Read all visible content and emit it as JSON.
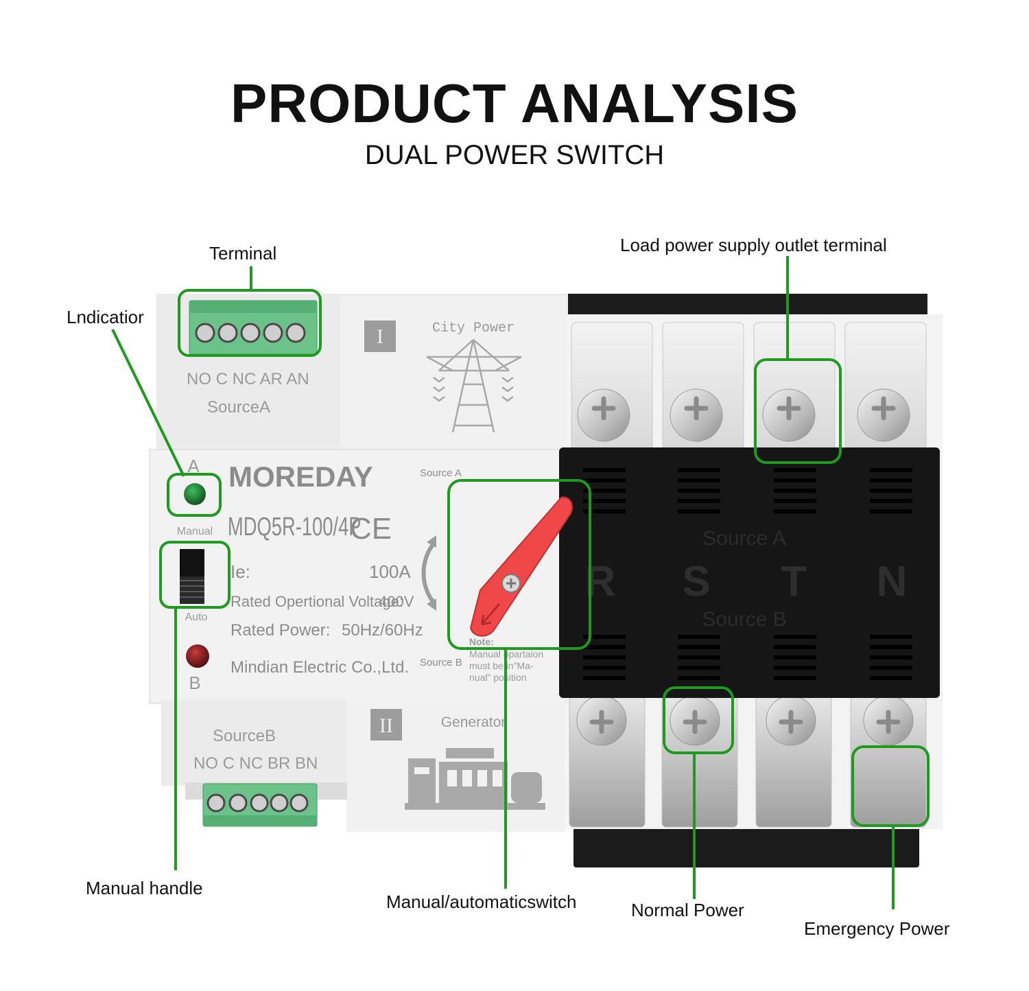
{
  "header": {
    "title": "PRODUCT ANALYSIS",
    "subtitle": "DUAL POWER SWITCH"
  },
  "callouts": {
    "terminal": "Terminal",
    "indicator": "Lndicatior",
    "load_terminal": "Load power supply outlet terminal",
    "manual_handle": "Manual handle",
    "mode_switch": "Manual/automaticswitch",
    "normal_power": "Normal Power",
    "emergency_power": "Emergency Power"
  },
  "device": {
    "brand": "MOREDAY",
    "model": "MDQ5R-100/4P",
    "ce_mark": "CE",
    "top_terminal_labels": "NO C NC AR AN",
    "top_source": "SourceA",
    "bottom_source": "SourceB",
    "bottom_terminal_labels": "NO C NC BR BN",
    "city_power": "City Power",
    "generator": "Generator",
    "roman_one": "I",
    "roman_two": "II",
    "led_a": "A",
    "led_b": "B",
    "manual": "Manual",
    "auto": "Auto",
    "spec_ie_label": "Ie:",
    "spec_ie_value": "100A",
    "spec_voltage_label": "Rated Opertional Voltage:",
    "spec_voltage_value": "400V",
    "spec_power_label": "Rated Power:",
    "spec_power_value": "50Hz/60Hz",
    "maker": "Mindian Electric Co.,Ltd.",
    "handle_source_a": "Source A",
    "handle_source_b": "Source B",
    "note_title": "Note:",
    "note_line1": "Manual opartaion",
    "note_line2": "must be in\"Ma-",
    "note_line3": "nual\" position",
    "cover_source_a": "Source A",
    "cover_source_b": "Source B",
    "phases": [
      "R",
      "S",
      "T",
      "N"
    ]
  },
  "colors": {
    "callout_green": "#1e9a1e",
    "terminal_green": "#6fc28a",
    "handle_red": "#f04848",
    "cover_black": "#161616",
    "housing_white": "#ededed",
    "led_green": "#1d6b2c",
    "led_red": "#7a1515"
  }
}
